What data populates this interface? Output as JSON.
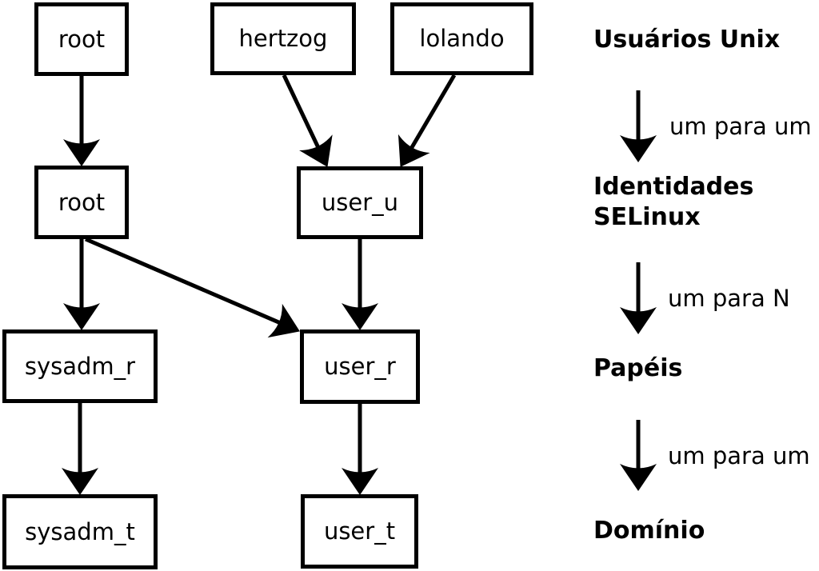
{
  "colors": {
    "background": "#ffffff",
    "line": "#000000",
    "text": "#000000"
  },
  "diagram": {
    "nodes": [
      {
        "id": "unix-root",
        "label": "root"
      },
      {
        "id": "unix-hertzog",
        "label": "hertzog"
      },
      {
        "id": "unix-lolando",
        "label": "lolando"
      },
      {
        "id": "selinux-root",
        "label": "root"
      },
      {
        "id": "selinux-user_u",
        "label": "user_u"
      },
      {
        "id": "role-sysadm_r",
        "label": "sysadm_r"
      },
      {
        "id": "role-user_r",
        "label": "user_r"
      },
      {
        "id": "domain-sysadm_t",
        "label": "sysadm_t"
      },
      {
        "id": "domain-user_t",
        "label": "user_t"
      }
    ],
    "edges": [
      {
        "from": "unix-root",
        "to": "selinux-root"
      },
      {
        "from": "unix-hertzog",
        "to": "selinux-user_u"
      },
      {
        "from": "unix-lolando",
        "to": "selinux-user_u"
      },
      {
        "from": "selinux-root",
        "to": "role-sysadm_r"
      },
      {
        "from": "selinux-root",
        "to": "role-user_r"
      },
      {
        "from": "selinux-user_u",
        "to": "role-user_r"
      },
      {
        "from": "role-sysadm_r",
        "to": "domain-sysadm_t"
      },
      {
        "from": "role-user_r",
        "to": "domain-user_t"
      }
    ]
  },
  "legend": {
    "levels": [
      {
        "label": "Usuários Unix"
      },
      {
        "label_line1": "Identidades",
        "label_line2": "SELinux"
      },
      {
        "label": "Papéis"
      },
      {
        "label": "Domínio"
      }
    ],
    "mappings": [
      {
        "label": "um para um"
      },
      {
        "label": "um para N"
      },
      {
        "label": "um para um"
      }
    ]
  }
}
